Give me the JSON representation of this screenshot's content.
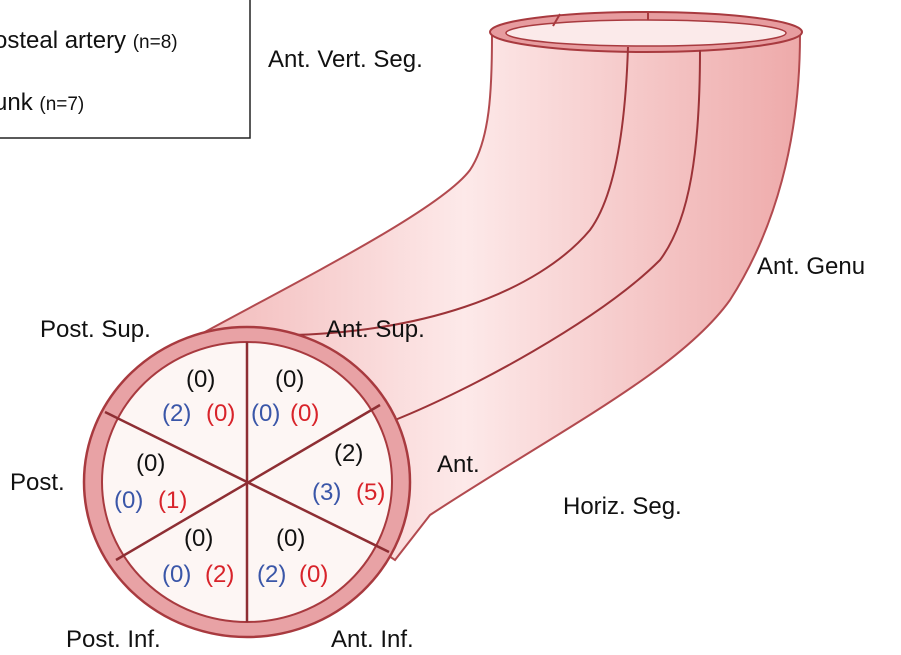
{
  "colors": {
    "black_count": "#111111",
    "blue_count": "#3a56a8",
    "red_count": "#d8232a",
    "vessel_fill": "#f6c8c8",
    "vessel_stroke": "#a83a3f"
  },
  "legend": {
    "line1_main": "osteal artery ",
    "line1_n": "(n=8)",
    "line2_main": "unk ",
    "line2_n": "(n=7)"
  },
  "labels": {
    "ant_vert_seg": "Ant. Vert. Seg.",
    "ant_genu": "Ant. Genu",
    "horiz_seg": "Horiz. Seg.",
    "post_sup": "Post. Sup.",
    "ant_sup": "Ant. Sup.",
    "post": "Post.",
    "ant": "Ant.",
    "post_inf": "Post. Inf.",
    "ant_inf": "Ant. Inf."
  },
  "sectors": [
    {
      "id": "post-sup",
      "black": "(0)",
      "blue": "(2)",
      "red": "(0)"
    },
    {
      "id": "ant-sup",
      "black": "(0)",
      "blue": "(0)",
      "red": "(0)"
    },
    {
      "id": "ant",
      "black": "(2)",
      "blue": "(3)",
      "red": "(5)"
    },
    {
      "id": "ant-inf",
      "black": "(0)",
      "blue": "(2)",
      "red": "(0)"
    },
    {
      "id": "post-inf",
      "black": "(0)",
      "blue": "(0)",
      "red": "(2)"
    },
    {
      "id": "post",
      "black": "(0)",
      "blue": "(0)",
      "red": "(1)"
    }
  ]
}
